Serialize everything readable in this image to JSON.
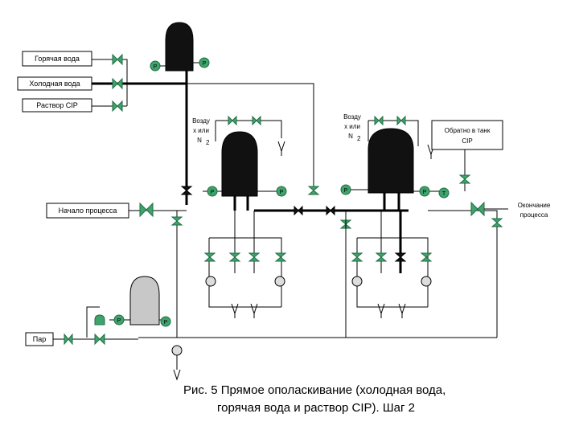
{
  "labels": {
    "hot_water": "Горячая вода",
    "cold_water": "Холодная вода",
    "cip_solution": "Раствор CIP",
    "air_n2_1_line1": "Возду",
    "air_n2_1_line2": "х или",
    "air_n2_1_line3": "N",
    "air_n2_2_line1": "Возду",
    "air_n2_2_line2": "х или",
    "air_n2_2_line3": "N",
    "n2_sub": "2",
    "return_cip_line1": "Обратно в танк",
    "return_cip_line2": "CIP",
    "process_start": "Начало процесса",
    "process_end_line1": "Окончание",
    "process_end_line2": "процесса",
    "steam": "Пар"
  },
  "instruments": {
    "pressure": "P",
    "temperature": "T"
  },
  "caption": {
    "line1": "Рис. 5 Прямое ополаскивание (холодная вода,",
    "line2": "горячая вода и раствор CIP). Шаг 2"
  },
  "colors": {
    "valve_green": "#3fa36b",
    "active_black": "#111111"
  }
}
